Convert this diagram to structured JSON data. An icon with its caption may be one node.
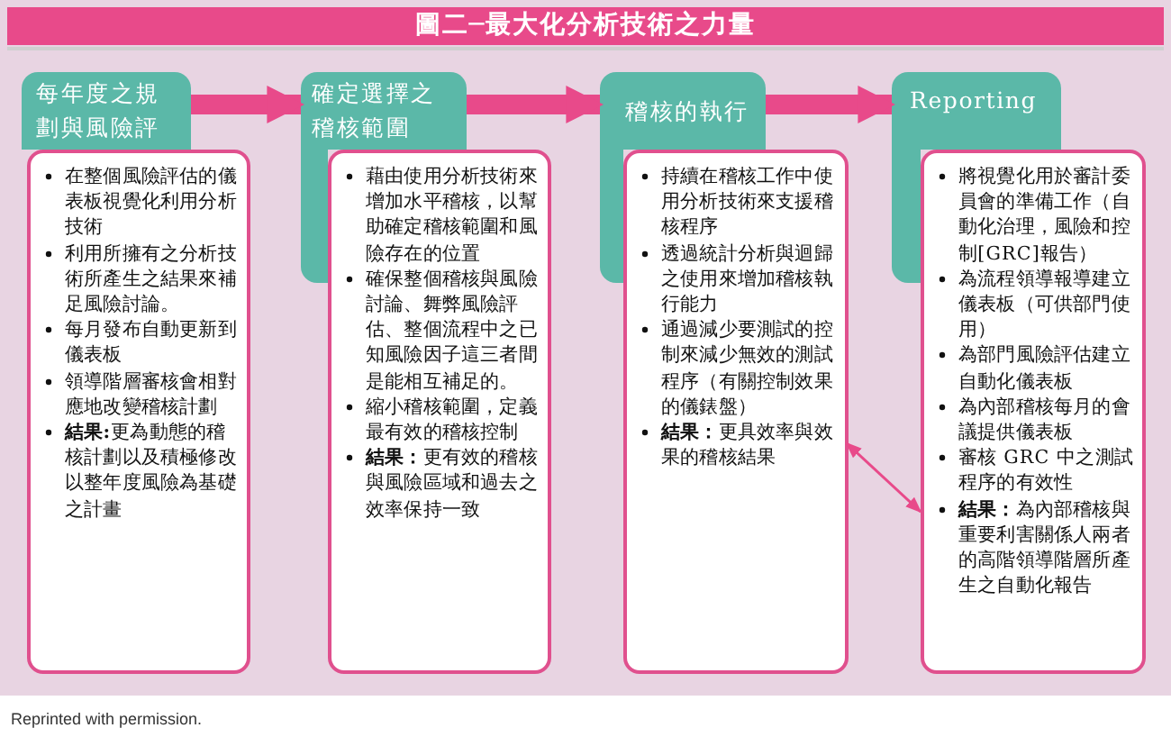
{
  "diagram": {
    "title": "圖二─最大化分析技術之力量",
    "nodes": [
      {
        "text": [
          "每年度之規劃與風險評估"
        ]
      },
      {
        "text": [
          "在整個風險評估的儀表板視覺化利用分析技術",
          "利用所擁有之分析技術所產生之結果來補足風險討論。",
          "每月發布自動更新到儀表板",
          "領導階層審核會相對應地改變稽核計劃",
          "**結果:**更為動態的稽核計劃以及積極修改以整年度風險為基礎之計畫"
        ]
      },
      {
        "text": [
          "確定選擇之稽核範圍"
        ]
      },
      {
        "text": [
          "藉由使用分析技術來增加水平稽核，以幫助確定稽核範圍和風險存在的位置",
          "確保整個稽核與風險討論、舞弊風險評估、整個流程中之已知風險因子這三者間是能相互補足的。",
          "縮小稽核範圍，定義最有效的稽核控制",
          "**結果：**更有效的稽核與風險區域和過去之效率保持一致"
        ]
      },
      {
        "text": [
          "稽核的執行"
        ]
      },
      {
        "text": [
          "持續在稽核工作中使用分析技術來支援稽核程序",
          "透過統計分析與迴歸之使用來增加稽核執行能力",
          "通過減少要測試的控制來減少無效的測試程序（有關控制效果的儀錶盤）",
          "**結果：**更具效率與效果的稽核結果"
        ]
      },
      {
        "text": [
          "Reporting"
        ]
      },
      {
        "text": [
          "將視覺化用於審計委員會的準備工作（自動化治理，風險和控制[GRC]報告）",
          "為流程領導報導建立儀表板（可供部門使用）",
          "為部門風險評估建立自動化儀表板",
          "為內部稽核每月的會議提供儀表板",
          "審核 GRC 中之測試程序的有效性",
          "**結果：**為內部稽核與重要利害關係人兩者的高階領導階層所產生之自動化報告"
        ]
      }
    ],
    "edges": [
      {
        "from": 0,
        "to": 2,
        "arrow": "to"
      },
      {
        "from": 2,
        "to": 4,
        "arrow": "to"
      },
      {
        "from": 4,
        "to": 6,
        "arrow": "to"
      },
      {
        "from": 5,
        "to": 7,
        "arrow": "both"
      }
    ],
    "labels": [
      "Reprinted with permission."
    ]
  }
}
